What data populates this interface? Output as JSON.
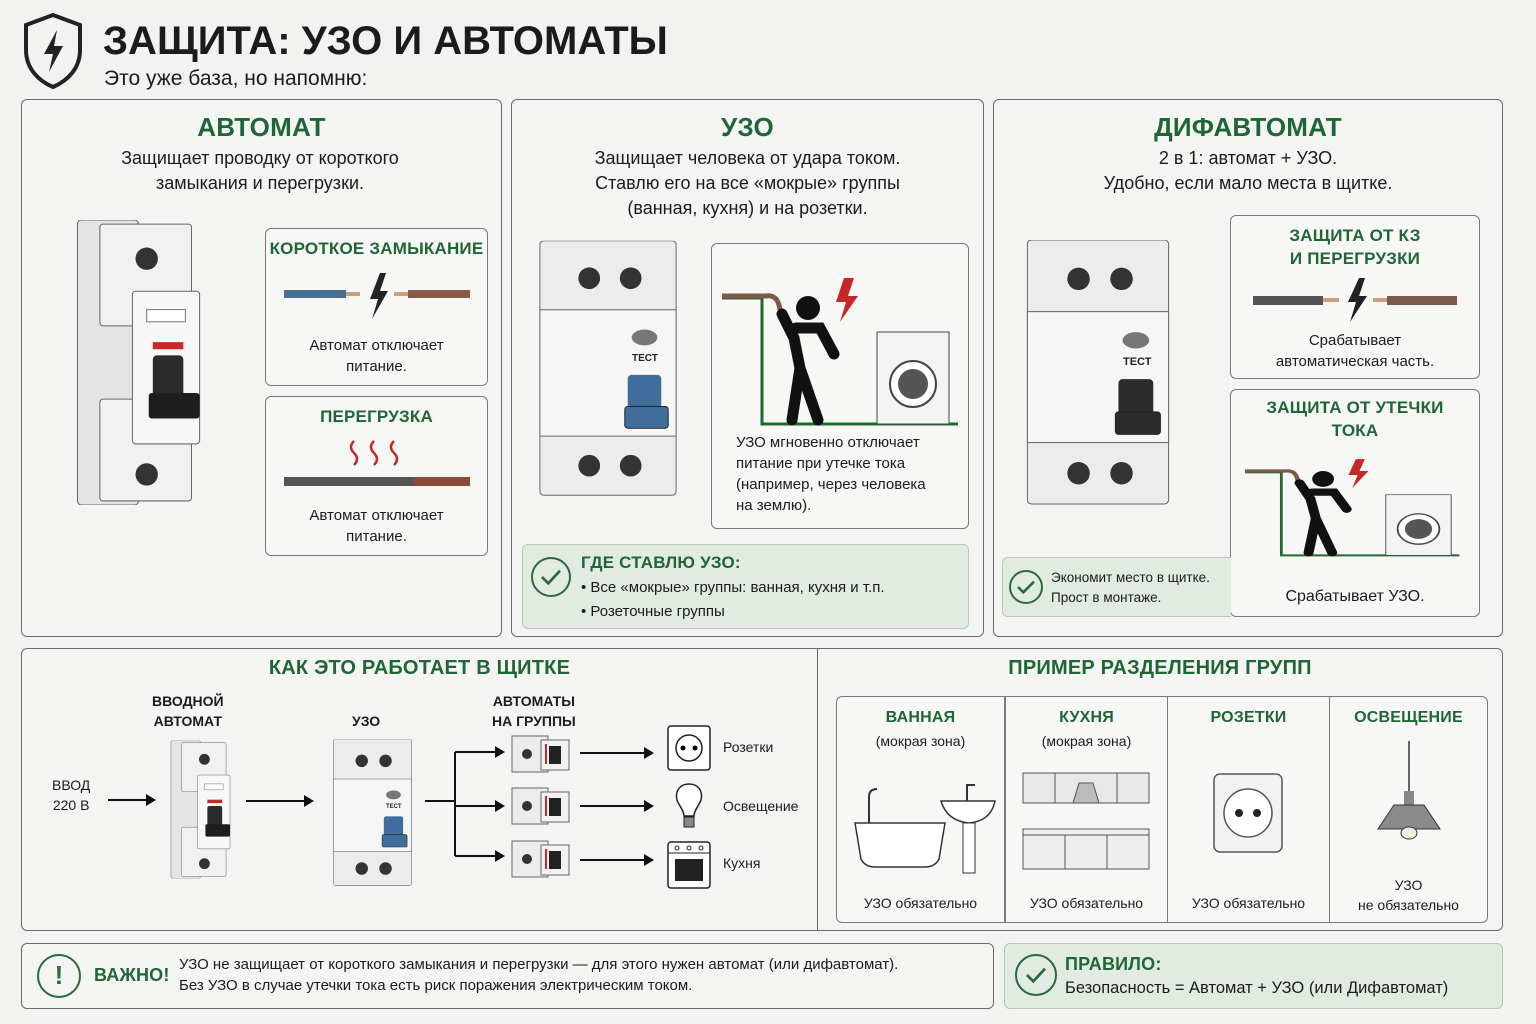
{
  "header": {
    "title": "ЗАЩИТА: УЗО И АВТОМАТЫ",
    "subtitle": "Это уже база, но напомню:",
    "icon": "shield-lightning-icon"
  },
  "automat": {
    "title": "АВТОМАТ",
    "desc": [
      "Защищает проводку от короткого",
      "замыкания и перегрузки."
    ],
    "short_circuit": {
      "title": "КОРОТКОЕ ЗАМЫКАНИЕ",
      "text": [
        "Автомат отключает",
        "питание."
      ]
    },
    "overload": {
      "title": "ПЕРЕГРУЗКА",
      "text": [
        "Автомат отключает",
        "питание."
      ]
    }
  },
  "uzo": {
    "title": "УЗО",
    "desc": [
      "Защищает человека от удара током.",
      "Ставлю его на все «мокрые» группы",
      "(ванная, кухня) и на розетки."
    ],
    "device_label": "ТЕСТ",
    "illustration_text": [
      "УЗО мгновенно отключает",
      "питание при утечке тока",
      "(например, через человека",
      "на землю)."
    ],
    "where": {
      "title": "ГДЕ СТАВЛЮ УЗО:",
      "items": [
        "Все «мокрые» группы: ванная, кухня и т.п.",
        "Розеточные группы"
      ]
    }
  },
  "difavtomat": {
    "title": "ДИФАВТОМАТ",
    "desc": [
      "2 в 1: автомат + УЗО.",
      "Удобно, если мало места в щитке."
    ],
    "device_label": "ТЕСТ",
    "kz": {
      "title": [
        "ЗАЩИТА ОТ КЗ",
        "И ПЕРЕГРУЗКИ"
      ],
      "text": [
        "Срабатывает",
        "автоматическая часть."
      ]
    },
    "leak": {
      "title": [
        "ЗАЩИТА ОТ УТЕЧКИ",
        "ТОКА"
      ],
      "text": "Срабатывает УЗО."
    },
    "benefits": [
      "Экономит место в щитке.",
      "Прост в монтаже."
    ]
  },
  "panel_flow": {
    "title": "КАК ЭТО РАБОТАЕТ В ЩИТКЕ",
    "input": [
      "ВВОД",
      "220 В"
    ],
    "main_breaker": [
      "ВВОДНОЙ",
      "АВТОМАТ"
    ],
    "rcd": "УЗО",
    "rcd_label": "ТЕСТ",
    "group_breakers": [
      "АВТОМАТЫ",
      "НА ГРУППЫ"
    ],
    "outputs": [
      "Розетки",
      "Освещение",
      "Кухня"
    ]
  },
  "groups": {
    "title": "ПРИМЕР РАЗДЕЛЕНИЯ ГРУПП",
    "cards": [
      {
        "title": "ВАННАЯ",
        "note": "(мокрая зона)",
        "status": [
          "УЗО обязательно"
        ]
      },
      {
        "title": "КУХНЯ",
        "note": "(мокрая зона)",
        "status": [
          "УЗО обязательно"
        ]
      },
      {
        "title": "РОЗЕТКИ",
        "note": "",
        "status": [
          "УЗО обязательно"
        ]
      },
      {
        "title": "ОСВЕЩЕНИЕ",
        "note": "",
        "status": [
          "УЗО",
          "не обязательно"
        ]
      }
    ]
  },
  "warning": {
    "label": "ВАЖНО!",
    "lines": [
      "УЗО не защищает от короткого замыкания и перегрузки — для этого нужен автомат (или дифавтомат).",
      "Без УЗО в случае утечки тока есть риск поражения электрическим током."
    ]
  },
  "rule": {
    "title": "ПРАВИЛО:",
    "text": "Безопасность = Автомат + УЗО (или Дифавтомат)"
  },
  "colors": {
    "accent": "#1f6636",
    "danger": "#c62828",
    "rcd_toggle": "#3f6e9c",
    "panel_bg": "#f4f4f3",
    "green_box": "#e2ebe1"
  }
}
